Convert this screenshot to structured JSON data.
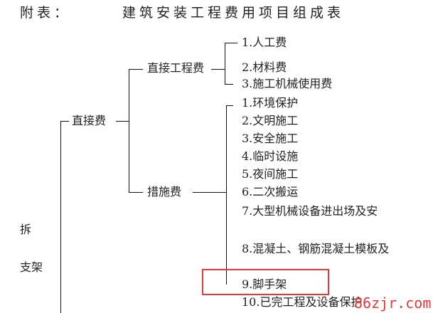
{
  "prefix": "附表：",
  "title": "建筑安装工程费用项目组成表",
  "left": {
    "chai": "拆",
    "zhijia": "支架"
  },
  "direct_fee": "直接费",
  "direct_eng_fee": "直接工程费",
  "measures_fee": "措施费",
  "direct_items": [
    "1.人工费",
    "2.材料费",
    "3.施工机械使用费"
  ],
  "measure_items": [
    "1.环境保护",
    "2.文明施工",
    "3.安全施工",
    "4.临时设施",
    "5.夜间施工",
    "6.二次搬运",
    "7.大型机械设备进出场及安",
    "8.混凝土、钢筋混凝土模板及",
    "9.脚手架",
    "10.已完工程及设备保护"
  ],
  "watermark": "86zjr.com",
  "highlight_color": "#e03a3a"
}
